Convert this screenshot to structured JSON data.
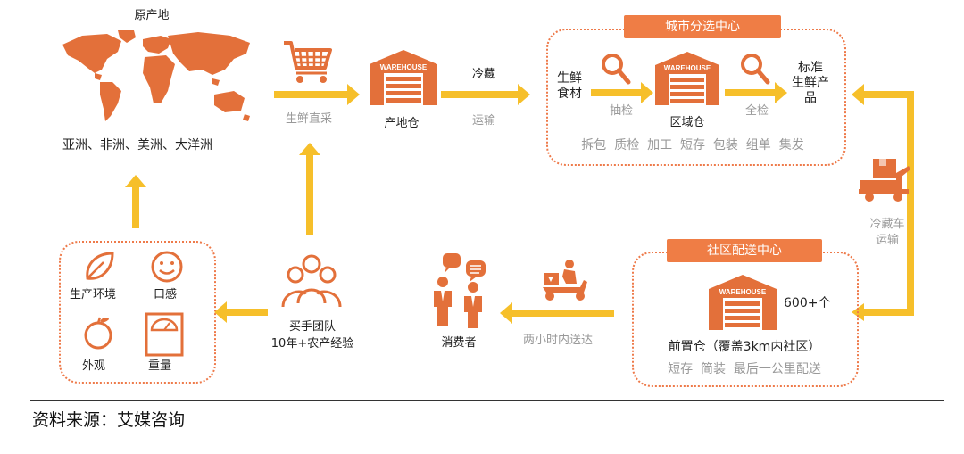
{
  "origin": {
    "title": "原产地",
    "regions": "亚洲、非洲、美洲、大洋洲"
  },
  "purchase": {
    "label": "生鲜直采"
  },
  "origin_warehouse": {
    "label": "产地仓",
    "icon_text": "WAREHOUSE"
  },
  "cold_transport": {
    "top": "冷藏",
    "bottom": "运输"
  },
  "city_center": {
    "title": "城市分选中心",
    "input_line1": "生鲜",
    "input_line2": "食材",
    "sample_check": "抽检",
    "warehouse_label": "区域仓",
    "full_check": "全检",
    "output_line1": "标准",
    "output_line2": "生鲜产",
    "output_line3": "品",
    "processes": "拆包  质检  加工  短存  包装  组单  集发"
  },
  "truck": {
    "line1": "冷藏车",
    "line2": "运输"
  },
  "community_center": {
    "title": "社区配送中心",
    "count": "600+个",
    "warehouse_label": "前置仓（覆盖3km内社区）",
    "services": "短存  简装  最后一公里配送"
  },
  "delivery": {
    "label": "两小时内送达"
  },
  "consumer": {
    "label": "消费者"
  },
  "buyer_team": {
    "line1": "买手团队",
    "line2": "10年+农产经验"
  },
  "criteria": {
    "items": [
      "生产环境",
      "口感",
      "外观",
      "重量"
    ]
  },
  "source": "资料来源：艾媒咨询",
  "colors": {
    "orange": "#e3703a",
    "yellow": "#f6bf2a",
    "gray_text": "#999999"
  }
}
